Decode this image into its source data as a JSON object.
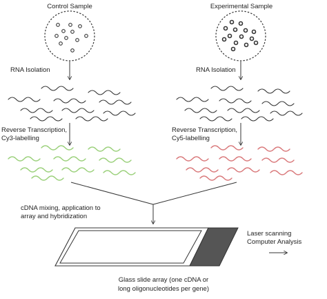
{
  "left_panel": {
    "title": "Control Sample",
    "step1": "RNA Isolation",
    "step2_line1": "Reverse Transcription,",
    "step2_line2": "Cy3-labelling",
    "label_color": "#9ad07a"
  },
  "right_panel": {
    "title": "Experimental Sample",
    "step1": "RNA Isolation",
    "step2_line1": "Reverse Transcription,",
    "step2_line2": "Cy5-labelling",
    "label_color": "#d9787a"
  },
  "mixing": {
    "line1": "cDNA mixing, application to",
    "line2": "array and hybridization"
  },
  "laser": {
    "line1": "Laser scanning",
    "line2": "Computer Analysis"
  },
  "slide": {
    "line1": "Glass slide array (one cDNA or",
    "line2": "long oligonucleotides per gene)"
  },
  "colors": {
    "rna": "#333333",
    "cy3": "#9ad07a",
    "cy5": "#d9787a",
    "slide_end": "#555555"
  }
}
